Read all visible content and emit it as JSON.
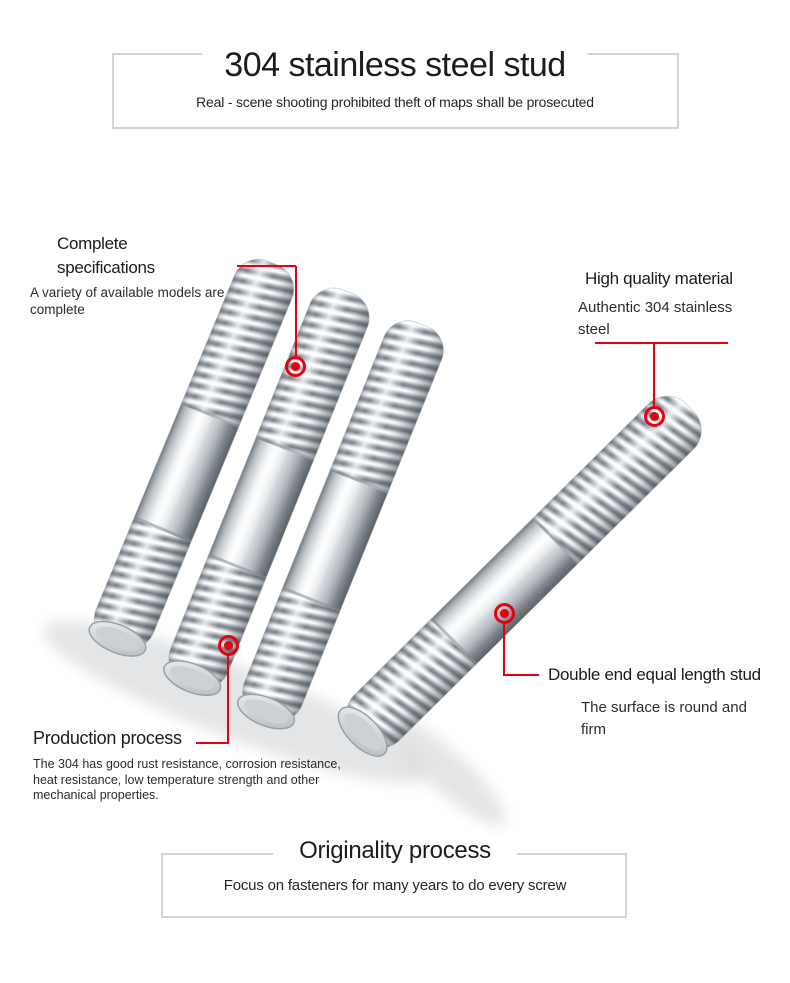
{
  "header": {
    "title": "304 stainless steel stud",
    "subtitle": "Real - scene shooting prohibited theft of maps shall be prosecuted"
  },
  "callouts": {
    "complete_specs": {
      "title": "Complete specifications",
      "body": "A variety of available models are complete"
    },
    "high_quality": {
      "title": "High quality material",
      "body": "Authentic 304 stainless steel"
    },
    "production": {
      "title": "Production process",
      "body": "The 304 has good rust resistance, corrosion resistance, heat resistance, low temperature strength and other mechanical properties."
    },
    "double_end": {
      "title": "Double end equal length stud",
      "body": "The surface is round and firm"
    }
  },
  "footer": {
    "title": "Originality process",
    "subtitle": "Focus on fasteners for many years to do every screw"
  },
  "product": {
    "image_alt": "Four 304 stainless steel double-end threaded studs",
    "stud_count": 4
  },
  "colors": {
    "accent_red": "#e60012",
    "frame_border": "#d4d4d4",
    "text": "#1f1f1f",
    "steel_light": "#f5f7f9",
    "steel_dark": "#757c83"
  }
}
